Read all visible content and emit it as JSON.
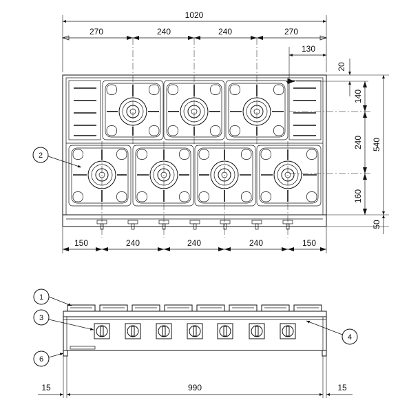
{
  "dimensions": {
    "overall_width": "1020",
    "top_270_left": "270",
    "top_240_a": "240",
    "top_240_b": "240",
    "top_270_right": "270",
    "offset_130": "130",
    "offset_20": "20",
    "right_140": "140",
    "right_240": "240",
    "right_160": "160",
    "right_540": "540",
    "right_50": "50",
    "bottom_150_left": "150",
    "bottom_240_a": "240",
    "bottom_240_b": "240",
    "bottom_240_c": "240",
    "bottom_150_right": "150",
    "front_15_left": "15",
    "front_990": "990",
    "front_15_right": "15"
  },
  "callouts": {
    "c1": "1",
    "c2": "2",
    "c3": "3",
    "c4": "4",
    "c6": "6"
  },
  "burners": {
    "top_row_count": 3,
    "bottom_row_count": 4,
    "knob_count": 7
  }
}
